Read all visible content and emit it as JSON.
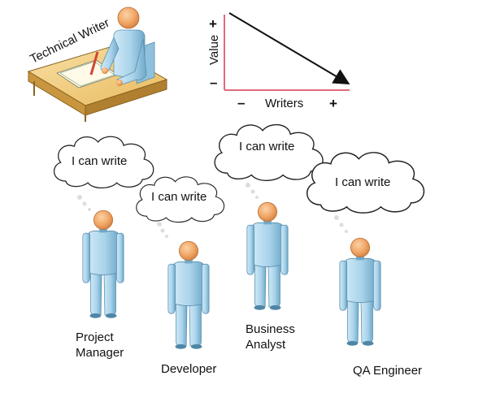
{
  "writer_label": "Technical Writer",
  "chart": {
    "y_label": "Value",
    "x_label": "Writers",
    "y_plus": "+",
    "y_minus": "–",
    "x_minus": "–",
    "x_plus": "+"
  },
  "clouds": [
    {
      "text": "I can write"
    },
    {
      "text": "I can write"
    },
    {
      "text": "I can write"
    },
    {
      "text": "I can write"
    }
  ],
  "people": [
    {
      "line1": "Project",
      "line2": "Manager"
    },
    {
      "line1": "Developer",
      "line2": ""
    },
    {
      "line1": "Business",
      "line2": "Analyst"
    },
    {
      "line1": "QA Engineer",
      "line2": ""
    }
  ],
  "colors": {
    "body": "#a9d3ea",
    "body_shade": "#6fa9c8",
    "head": "#f4b27a",
    "head_shade": "#d4844a",
    "desk_top": "#f3cf84",
    "desk_side": "#c9953f",
    "axis": "#e06b7a"
  }
}
